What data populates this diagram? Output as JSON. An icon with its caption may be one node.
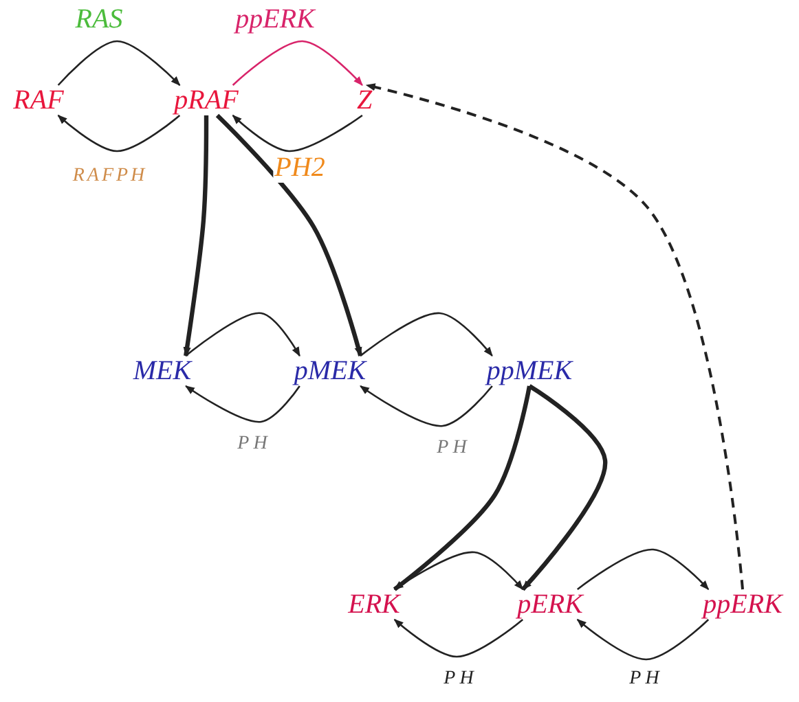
{
  "diagram": {
    "nodes": [
      {
        "text": [
          "RAF"
        ]
      },
      {
        "text": [
          "pRAF"
        ]
      },
      {
        "text": [
          "Z"
        ]
      },
      {
        "text": [
          "MEK"
        ]
      },
      {
        "text": [
          "pMEK"
        ]
      },
      {
        "text": [
          "ppMEK"
        ]
      },
      {
        "text": [
          "ERK"
        ]
      },
      {
        "text": [
          "pERK"
        ]
      },
      {
        "text": [
          "ppERK"
        ]
      }
    ],
    "edges": [
      {
        "from": 0,
        "to": 1,
        "arrow": "to",
        "label": "RAS"
      },
      {
        "from": 1,
        "to": 0,
        "arrow": "to",
        "label": "RAFPH"
      },
      {
        "from": 1,
        "to": 2,
        "arrow": "to",
        "label": "ppERK",
        "color": "#d8246a"
      },
      {
        "from": 2,
        "to": 1,
        "arrow": "to",
        "label": "PH2"
      },
      {
        "from": 1,
        "to": 3,
        "arrow": "to",
        "style": "thick"
      },
      {
        "from": 1,
        "to": 4,
        "arrow": "to",
        "style": "thick"
      },
      {
        "from": 3,
        "to": 4,
        "arrow": "to"
      },
      {
        "from": 4,
        "to": 3,
        "arrow": "to",
        "label": "PH"
      },
      {
        "from": 4,
        "to": 5,
        "arrow": "to"
      },
      {
        "from": 5,
        "to": 4,
        "arrow": "to",
        "label": "PH"
      },
      {
        "from": 5,
        "to": 6,
        "arrow": "to",
        "style": "thick"
      },
      {
        "from": 5,
        "to": 7,
        "arrow": "to",
        "style": "thick"
      },
      {
        "from": 6,
        "to": 7,
        "arrow": "to"
      },
      {
        "from": 7,
        "to": 6,
        "arrow": "to",
        "label": "PH"
      },
      {
        "from": 7,
        "to": 8,
        "arrow": "to"
      },
      {
        "from": 8,
        "to": 7,
        "arrow": "to",
        "label": "PH"
      },
      {
        "from": 8,
        "to": 2,
        "arrow": "to",
        "style": "dashed"
      }
    ]
  }
}
